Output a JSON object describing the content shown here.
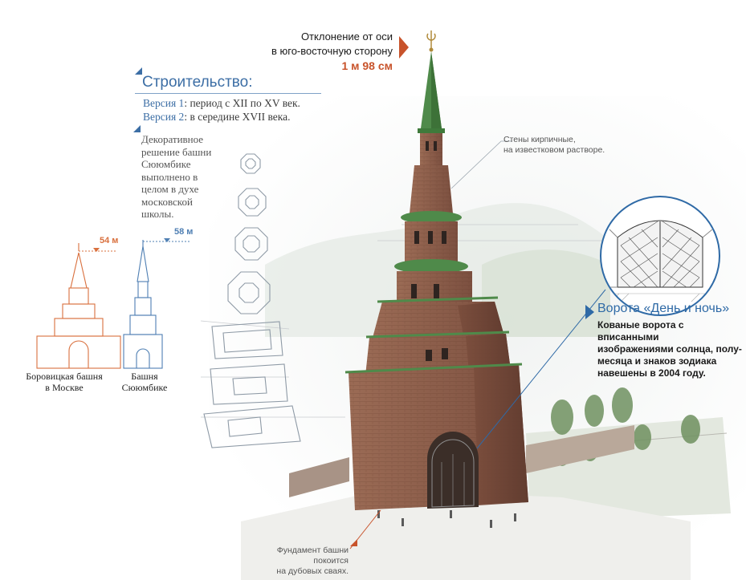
{
  "deviation": {
    "line1": "Отклонение от оси",
    "line2": "в юго-восточную сторону",
    "value": "1 м 98 см"
  },
  "construction": {
    "title": "Строительство:",
    "version1_label": "Версия 1",
    "version1_text": ": период с XII по XV век.",
    "version2_label": "Версия 2",
    "version2_text": ": в середине XVII века."
  },
  "decor_text": {
    "l1": "Декоративное",
    "l2": "решение башни",
    "l3": "Сююмбике",
    "l4": "выполнено в",
    "l5": "целом в духе",
    "l6": "московской",
    "l7": "школы."
  },
  "comparison": {
    "borovitskaya_height": "54 м",
    "syuyumbike_height": "58 м",
    "borovitskaya_name_l1": "Боровицкая башня",
    "borovitskaya_name_l2": "в Москве",
    "syuyumbike_name_l1": "Башня",
    "syuyumbike_name_l2": "Сююмбике",
    "colors": {
      "borovitskaya": "#d9703e",
      "syuyumbike": "#4f7fb3"
    }
  },
  "notes": {
    "walls_l1": "Стены кирпичные,",
    "walls_l2": "на известковом растворе.",
    "foundation_l1": "Фундамент башни покоится",
    "foundation_l2": "на дубовых сваях."
  },
  "gate": {
    "title": "Ворота «День и ночь»",
    "l1": "Кованые  ворота с вписанными",
    "l2": "изображениями солнца, полу-",
    "l3": "месяца и знаков зодиака",
    "l4": "навешены в 2004 году."
  },
  "colors": {
    "accent_red": "#c8532b",
    "accent_blue": "#2f6aa6",
    "brick": "#8a5a45",
    "roof_green": "#4f8a4a"
  }
}
